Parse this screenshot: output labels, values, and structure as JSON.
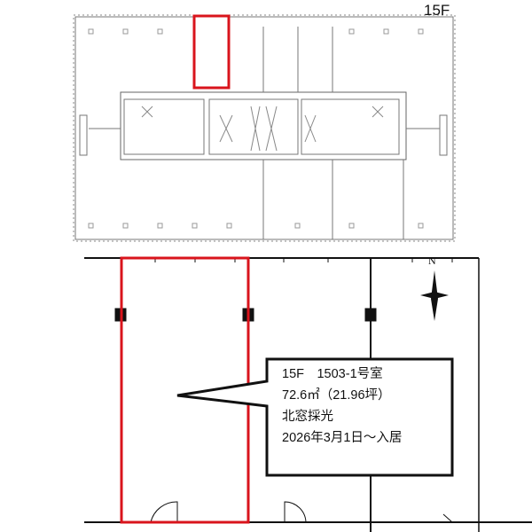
{
  "floor_label": "15F",
  "compass_label": "N",
  "callout": {
    "lines": [
      "15F　1503-1号室",
      "72.6㎡（21.96坪）",
      "北窓採光",
      "2026年3月1日～入居"
    ]
  },
  "colors": {
    "highlight": "#d9141c",
    "line": "#111111"
  }
}
